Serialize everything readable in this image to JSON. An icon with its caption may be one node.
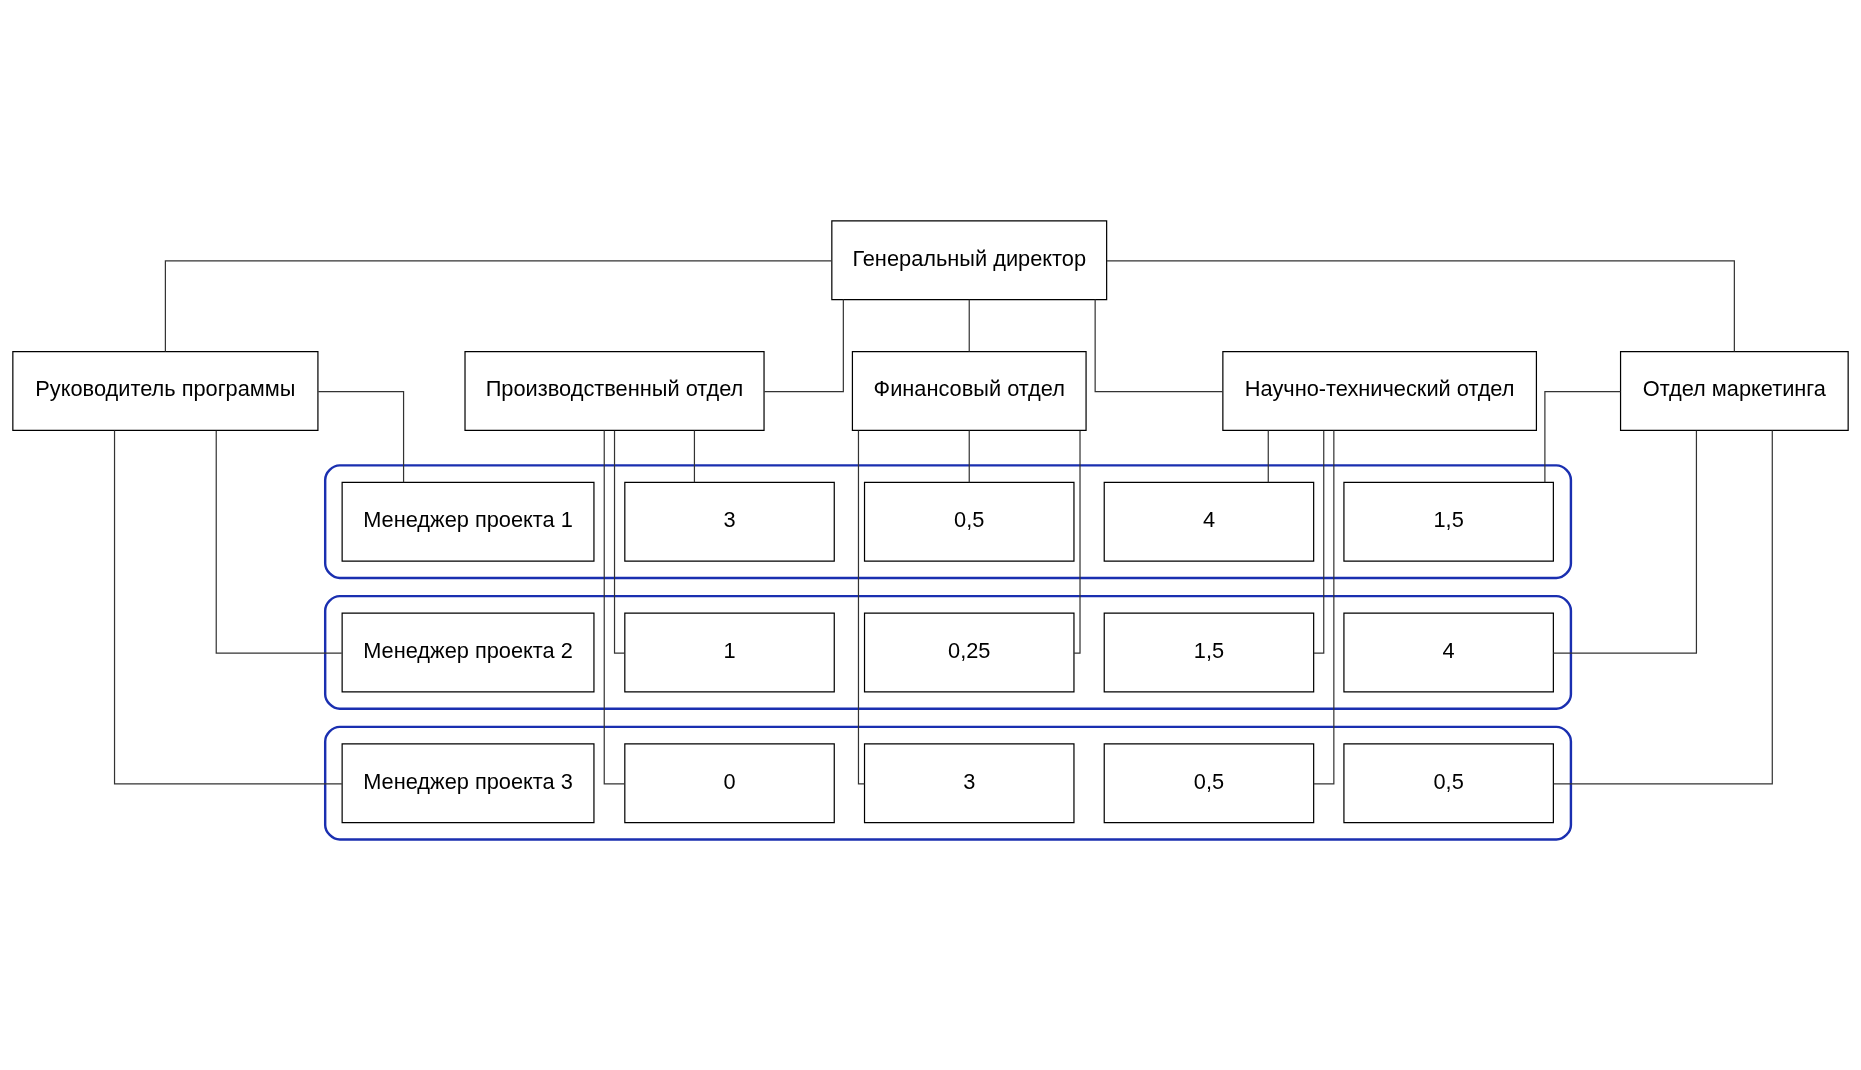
{
  "diagram": {
    "nodes": [
      {
        "text": [
          "Генеральный директор"
        ]
      },
      {
        "text": [
          "Руководитель программы"
        ]
      },
      {
        "text": [
          "Производственный отдел"
        ]
      },
      {
        "text": [
          "Отдел маркетинга"
        ]
      },
      {
        "text": [
          "Научно-технический отдел"
        ]
      },
      {
        "text": [
          "Финансовый отдел"
        ]
      },
      {
        "text": [],
        "shape": "ellipse"
      },
      {
        "text": [
          "Менеджер проекта 1"
        ],
        "in": 6
      },
      {
        "text": [
          "3"
        ],
        "in": 6
      },
      {
        "text": [
          "1,5"
        ],
        "in": 6
      },
      {
        "text": [
          "4"
        ],
        "in": 6
      },
      {
        "text": [
          "0,5"
        ],
        "in": 6
      },
      {
        "text": [],
        "shape": "ellipse"
      },
      {
        "text": [
          "Менеджер проекта 2"
        ],
        "in": 12
      },
      {
        "text": [
          "1"
        ],
        "in": 12
      },
      {
        "text": [
          "4"
        ],
        "in": 12
      },
      {
        "text": [
          "1,5"
        ],
        "in": 12
      },
      {
        "text": [
          "0,25"
        ],
        "in": 12
      },
      {
        "text": [],
        "shape": "ellipse"
      },
      {
        "text": [
          "Менеджер проекта 3"
        ],
        "in": 18
      },
      {
        "text": [
          "0"
        ],
        "in": 18
      },
      {
        "text": [
          "0,5"
        ],
        "in": 18
      },
      {
        "text": [
          "0,5"
        ],
        "in": 18
      },
      {
        "text": [
          "3"
        ],
        "in": 18
      }
    ],
    "edges": [
      {
        "from": 0,
        "to": 1,
        "arrow": "none"
      },
      {
        "from": 0,
        "to": 2,
        "arrow": "none"
      },
      {
        "from": 0,
        "to": 3,
        "arrow": "none"
      },
      {
        "from": 0,
        "to": 4,
        "arrow": "none"
      },
      {
        "from": 0,
        "to": 5,
        "arrow": "none"
      },
      {
        "from": 1,
        "to": 7,
        "arrow": "none"
      },
      {
        "from": 1,
        "to": 13,
        "arrow": "none"
      },
      {
        "from": 1,
        "to": 19,
        "arrow": "none"
      },
      {
        "from": 2,
        "to": 8,
        "arrow": "none"
      },
      {
        "from": 2,
        "to": 14,
        "arrow": "none"
      },
      {
        "from": 2,
        "to": 20,
        "arrow": "none"
      },
      {
        "from": 3,
        "to": 9,
        "arrow": "none"
      },
      {
        "from": 3,
        "to": 15,
        "arrow": "none"
      },
      {
        "from": 3,
        "to": 21,
        "arrow": "none"
      },
      {
        "from": 4,
        "to": 10,
        "arrow": "none"
      },
      {
        "from": 4,
        "to": 16,
        "arrow": "none"
      },
      {
        "from": 4,
        "to": 22,
        "arrow": "none"
      },
      {
        "from": 5,
        "to": 11,
        "arrow": "none"
      },
      {
        "from": 5,
        "to": 17,
        "arrow": "none"
      },
      {
        "from": 5,
        "to": 23,
        "arrow": "none"
      }
    ]
  }
}
